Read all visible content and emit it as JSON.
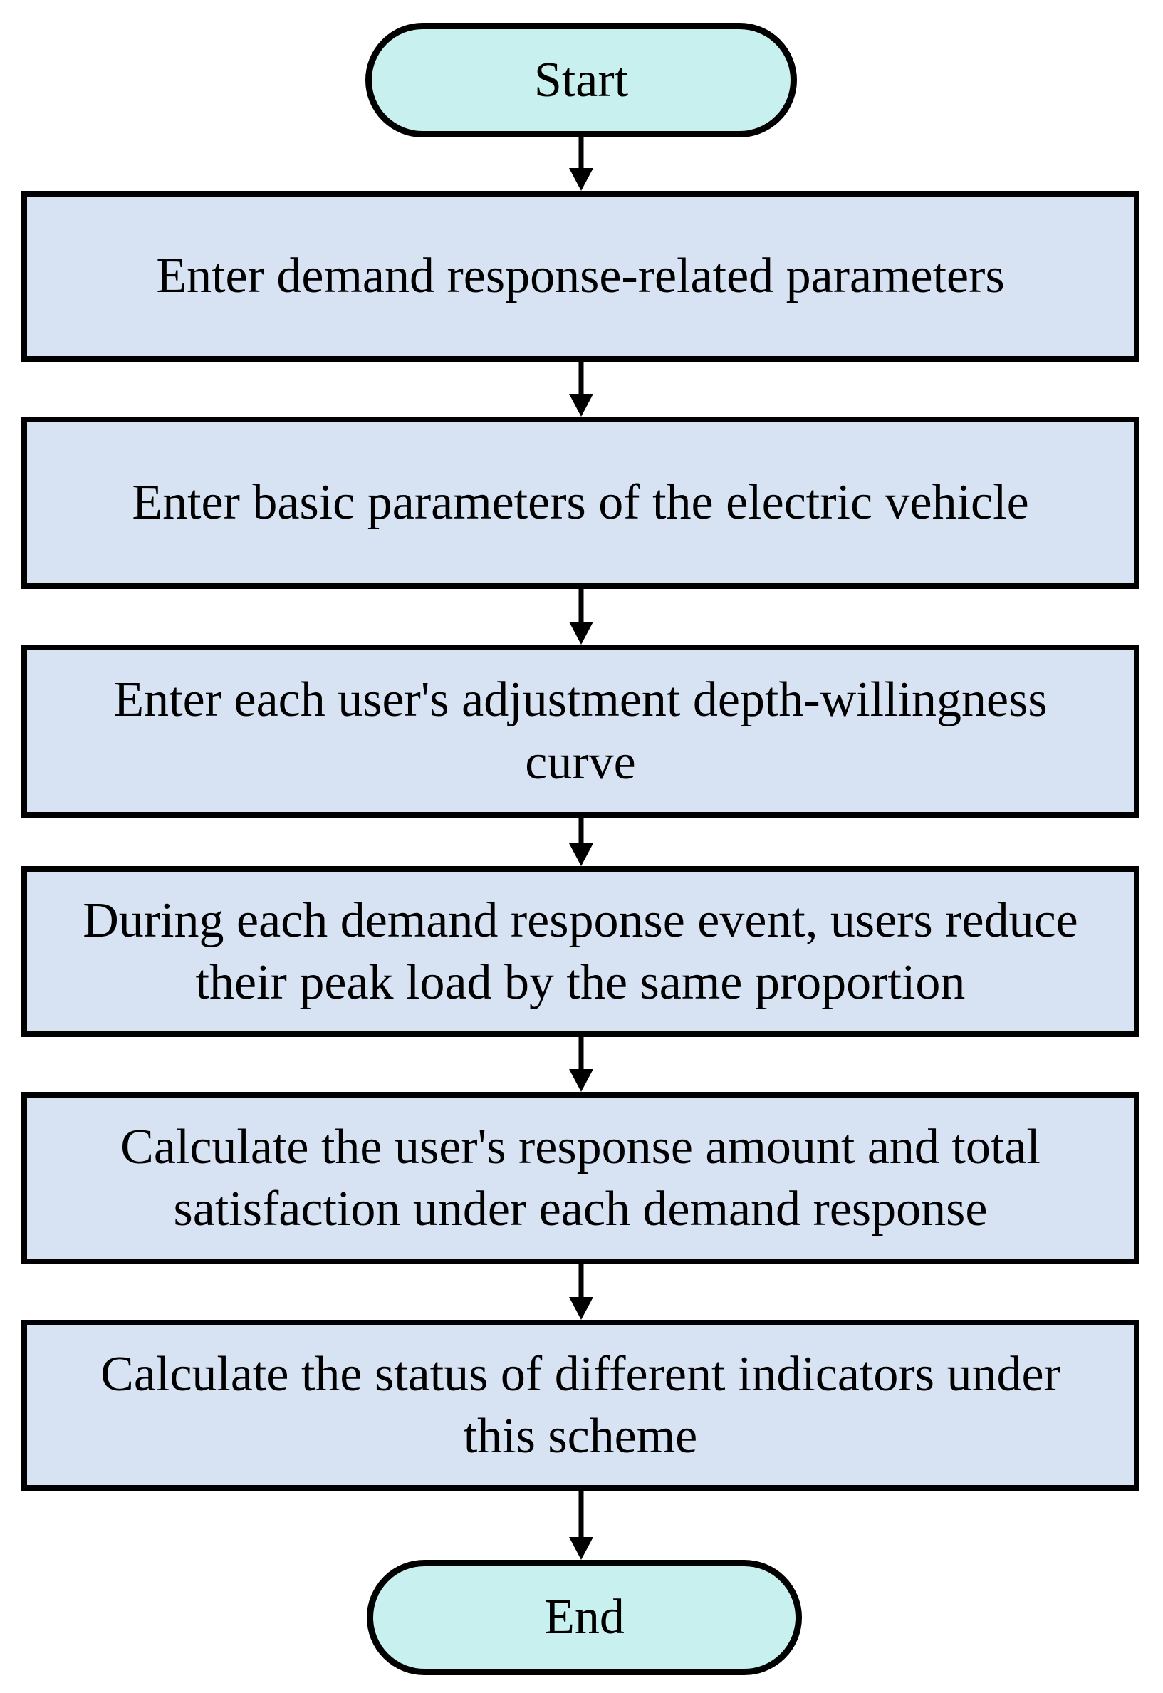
{
  "figure": {
    "type": "flowchart",
    "direction": "top-down"
  },
  "colors": {
    "background": "#ffffff",
    "terminal_fill": "#c7f0ee",
    "process_fill": "#d7e2f2",
    "border": "#000000",
    "text": "#000000",
    "arrow": "#000000"
  },
  "nodes": [
    {
      "id": "start",
      "shape": "terminal",
      "label": "Start"
    },
    {
      "id": "step-1",
      "shape": "process",
      "label": "Enter demand response-related parameters"
    },
    {
      "id": "step-2",
      "shape": "process",
      "label": "Enter basic parameters of the electric vehicle"
    },
    {
      "id": "step-3",
      "shape": "process",
      "label": "Enter each user's adjustment depth-willingness\ncurve"
    },
    {
      "id": "step-4",
      "shape": "process",
      "label": "During each demand response event, users reduce\ntheir peak load by the same proportion"
    },
    {
      "id": "step-5",
      "shape": "process",
      "label": "Calculate the user's response amount and total\nsatisfaction under each demand response"
    },
    {
      "id": "step-6",
      "shape": "process",
      "label": "Calculate the status of different indicators under\nthis scheme"
    },
    {
      "id": "end",
      "shape": "terminal",
      "label": "End"
    }
  ],
  "edges": [
    {
      "from": "start",
      "to": "step-1"
    },
    {
      "from": "step-1",
      "to": "step-2"
    },
    {
      "from": "step-2",
      "to": "step-3"
    },
    {
      "from": "step-3",
      "to": "step-4"
    },
    {
      "from": "step-4",
      "to": "step-5"
    },
    {
      "from": "step-5",
      "to": "step-6"
    },
    {
      "from": "step-6",
      "to": "end"
    }
  ]
}
